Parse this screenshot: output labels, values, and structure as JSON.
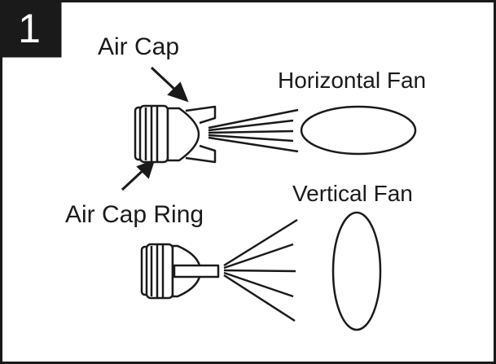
{
  "step": {
    "number": "1"
  },
  "labels": {
    "air_cap": "Air Cap",
    "air_cap_ring": "Air Cap Ring",
    "horizontal_fan": "Horizontal Fan",
    "vertical_fan": "Vertical Fan"
  },
  "colors": {
    "ink": "#1a1a1a",
    "badge_bg": "#1a1a1a",
    "badge_text": "#ffffff",
    "background": "#ffffff"
  }
}
